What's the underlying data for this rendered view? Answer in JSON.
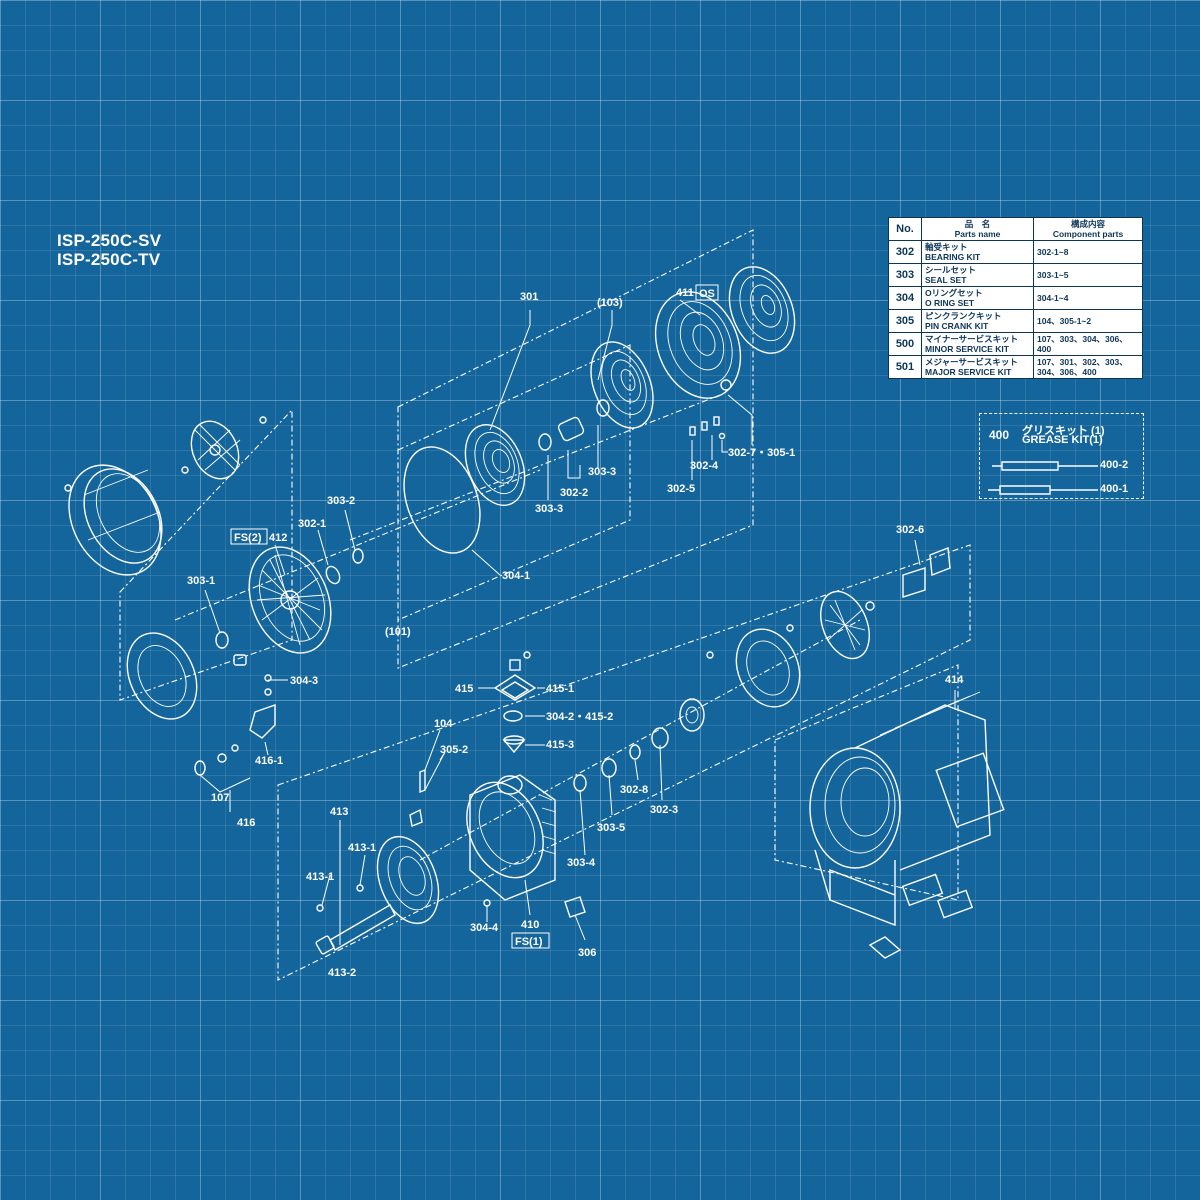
{
  "models": [
    "ISP-250C-SV",
    "ISP-250C-TV"
  ],
  "parts_table": {
    "headers": {
      "no": "No.",
      "name_jp": "品　名",
      "name_en": "Parts name",
      "comp_jp": "構成内容",
      "comp_en": "Component parts"
    },
    "rows": [
      {
        "no": "302",
        "jp": "軸受キット",
        "en": "BEARING KIT",
        "parts": "302-1~8"
      },
      {
        "no": "303",
        "jp": "シールセット",
        "en": "SEAL SET",
        "parts": "303-1~5"
      },
      {
        "no": "304",
        "jp": "Oリングセット",
        "en": "O RING SET",
        "parts": "304-1~4"
      },
      {
        "no": "305",
        "jp": "ピンクランクキット",
        "en": "PIN CRANK KIT",
        "parts": "104、305-1~2"
      },
      {
        "no": "500",
        "jp": "マイナーサービスキット",
        "en": "MINOR SERVICE KIT",
        "parts": "107、303、304、306、400"
      },
      {
        "no": "501",
        "jp": "メジャーサービスキット",
        "en": "MAJOR SERVICE KIT",
        "parts": "107、301、302、303、304、306、400"
      }
    ]
  },
  "grease_kit": {
    "no": "400",
    "jp": "グリスキット (1)",
    "en": "GREASE KIT(1)",
    "p1": "400-2",
    "p2": "400-1"
  },
  "labels": {
    "l301": "301",
    "l103": "(103)",
    "l411": "411",
    "os": "OS",
    "l303_3a": "303-3",
    "l302_2": "302-2",
    "l303_3b": "303-3",
    "l302_4": "302-4",
    "l302_7": "302-7・305-1",
    "l302_5": "302-5",
    "l303_2": "303-2",
    "l302_1": "302-1",
    "fs2": "FS(2)",
    "l412": "412",
    "l303_1": "303-1",
    "l304_1": "304-1",
    "l101": "(101)",
    "l304_3": "304-3",
    "l416_1": "416-1",
    "l107": "107",
    "l416": "416",
    "l302_6": "302-6",
    "l415": "415",
    "l415_1": "415-1",
    "l304_2": "304-2・415-2",
    "l415_3": "415-3",
    "l104": "104",
    "l305_2": "305-2",
    "l413": "413",
    "l413_1a": "413-1",
    "l413_1b": "413-1",
    "l413_2": "413-2",
    "l304_4": "304-4",
    "l410": "410",
    "fs1": "FS(1)",
    "l306": "306",
    "l303_4": "303-4",
    "l303_5": "303-5",
    "l302_8": "302-8",
    "l302_3": "302-3",
    "l414": "414"
  }
}
